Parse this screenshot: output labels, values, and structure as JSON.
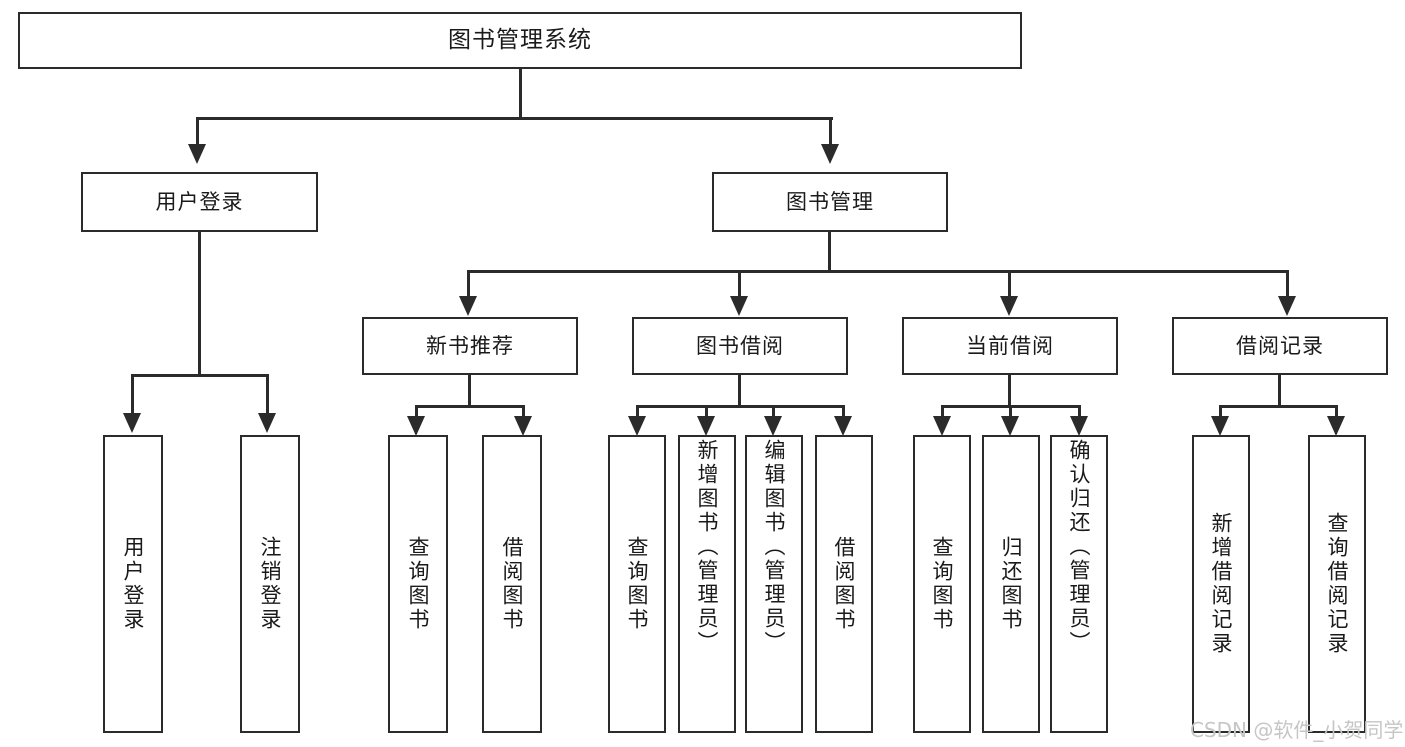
{
  "diagram": {
    "type": "tree",
    "title": "图书管理系统",
    "root": {
      "label": "图书管理系统"
    },
    "level2": [
      {
        "label": "用户登录"
      },
      {
        "label": "图书管理"
      }
    ],
    "level3": [
      {
        "label": "新书推荐"
      },
      {
        "label": "图书借阅"
      },
      {
        "label": "当前借阅"
      },
      {
        "label": "借阅记录"
      }
    ],
    "leaves": {
      "user_login": [
        {
          "label": "用户登录"
        },
        {
          "label": "注销登录"
        }
      ],
      "new_book_recommend": [
        {
          "label": "查询图书"
        },
        {
          "label": "借阅图书"
        }
      ],
      "book_borrow": [
        {
          "label": "查询图书"
        },
        {
          "label": "新增图书（管理员）"
        },
        {
          "label": "编辑图书（管理员）"
        },
        {
          "label": "借阅图书"
        }
      ],
      "current_borrow": [
        {
          "label": "查询图书"
        },
        {
          "label": "归还图书"
        },
        {
          "label": "确认归还（管理员）"
        }
      ],
      "borrow_record": [
        {
          "label": "新增借阅记录"
        },
        {
          "label": "查询借阅记录"
        }
      ]
    },
    "watermark": "CSDN @软件_小贺同学",
    "colors": {
      "stroke": "#2b2b2b",
      "fill": "#ffffff",
      "text": "#1a1a1a",
      "watermark": "#c6c6c6"
    }
  }
}
